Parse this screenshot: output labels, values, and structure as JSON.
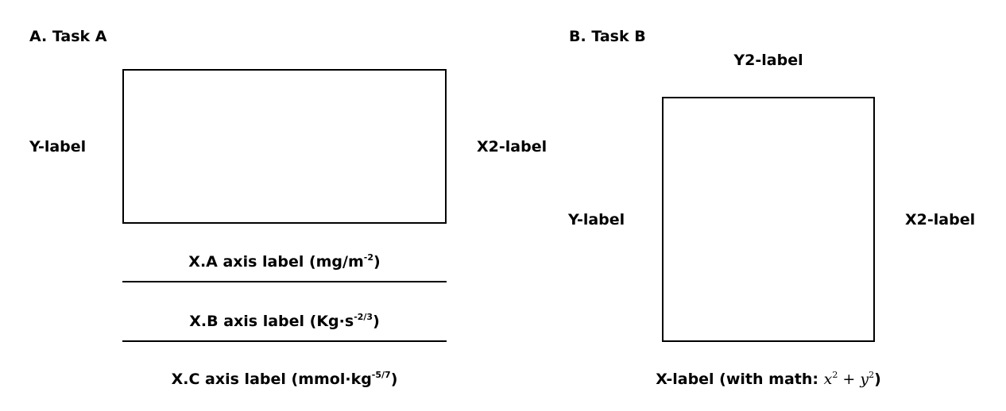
{
  "chart_data": [
    {
      "type": "empty",
      "title": "A. Task A",
      "ylabel": "Y-label",
      "y2label": "X2-label",
      "xlabels": [
        {
          "base": "X.A axis label (mg/m",
          "exp": "-2",
          "close": ")"
        },
        {
          "base": "X.B axis label (Kg·s",
          "exp": "-2/3",
          "close": ")"
        },
        {
          "base": "X.C axis label (mmol·kg",
          "exp": "-5/7",
          "close": ")"
        }
      ]
    },
    {
      "type": "empty",
      "title": "B. Task B",
      "x2label": "Y2-label",
      "ylabel": "Y-label",
      "y2label": "X2-label",
      "xlabel": {
        "prefix": "X-label (with math: ",
        "var1": "x",
        "exp1": "2",
        "op": " + ",
        "var2": "y",
        "exp2": "2",
        "suffix": ")"
      }
    }
  ],
  "colors": {
    "ink": "#000000",
    "background": "#ffffff"
  }
}
